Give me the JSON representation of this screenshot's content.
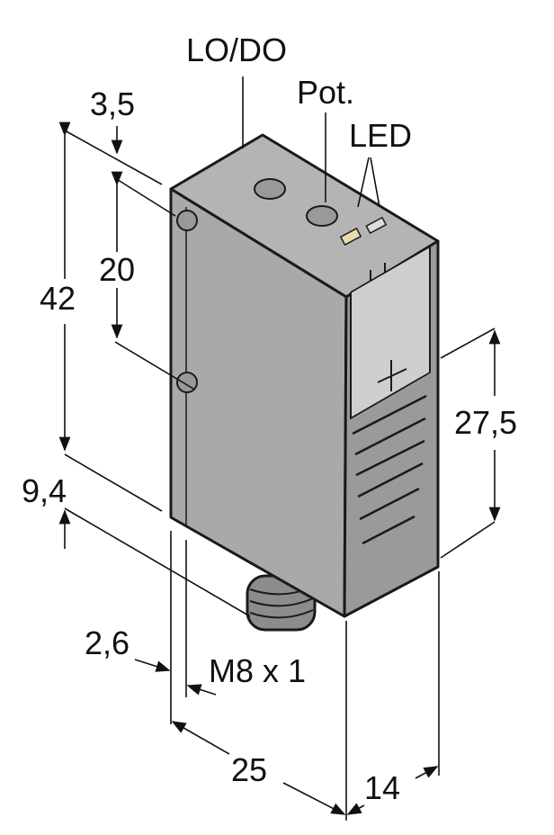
{
  "labels": {
    "lo_do": "LO/DO",
    "pot": "Pot.",
    "led": "LED",
    "dim_3_5": "3,5",
    "dim_20": "20",
    "dim_42": "42",
    "dim_9_4": "9,4",
    "dim_2_6": "2,6",
    "thread": "M8 x 1",
    "dim_25": "25",
    "dim_14": "14",
    "dim_27_5": "27,5"
  },
  "colors": {
    "housing_front": "#a9a9a9",
    "housing_side": "#9a9a9a",
    "housing_top": "#b4b4b4",
    "lens": "#cfcfcf",
    "outline": "#1a1a1a"
  }
}
